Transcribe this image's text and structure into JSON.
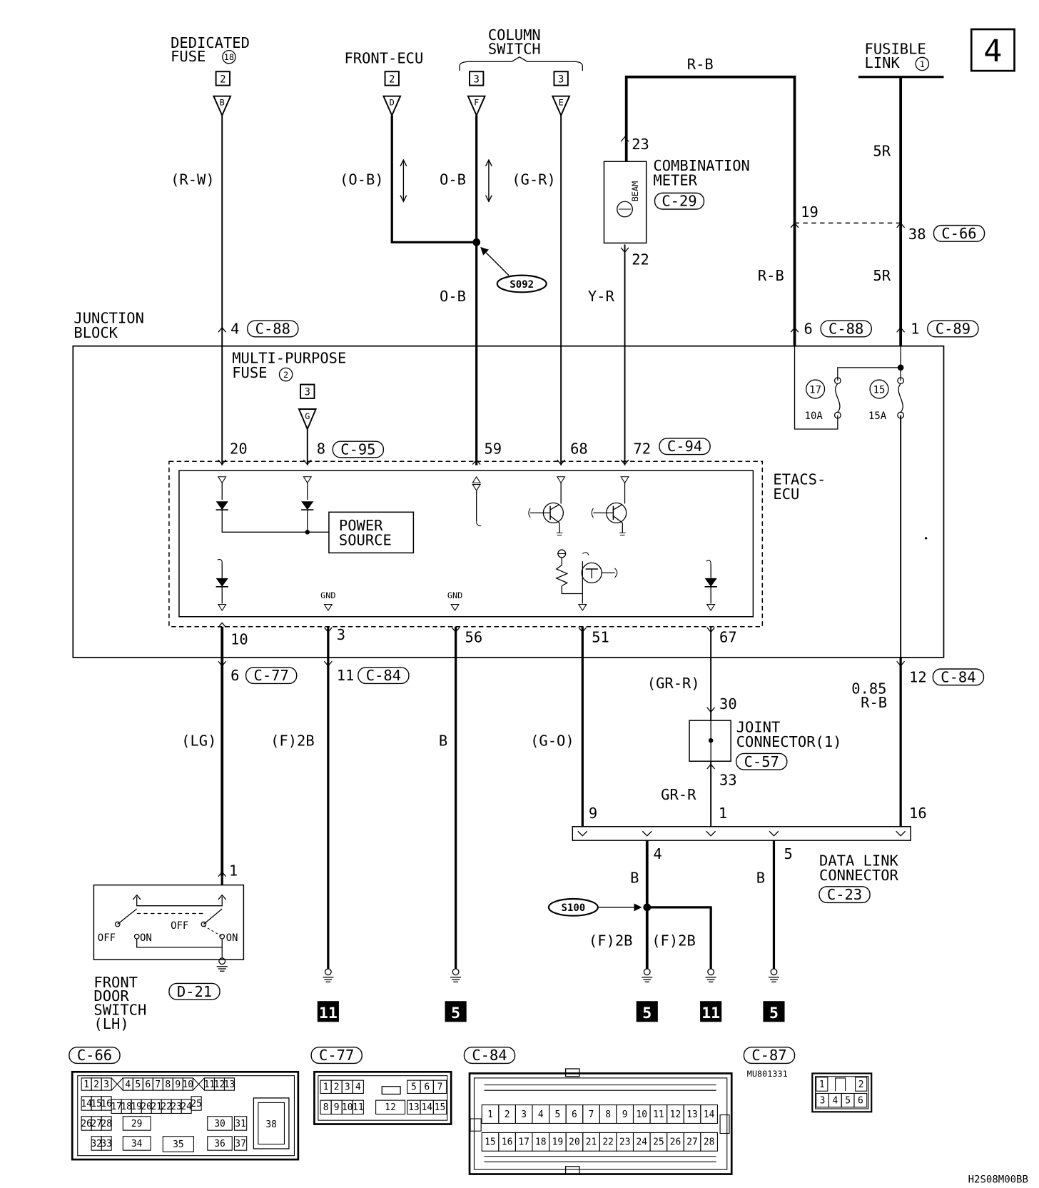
{
  "page_number": "4",
  "diagram_code": "H2S08M00BB",
  "part_number": "MU801331",
  "sources": {
    "dedicated_fuse": {
      "line1": "DEDICATED",
      "line2": "FUSE",
      "num": "18",
      "page": "2",
      "terminal": "B"
    },
    "front_ecu": {
      "label": "FRONT-ECU",
      "page": "2",
      "terminal": "D"
    },
    "column_switch": {
      "line1": "COLUMN",
      "line2": "SWITCH",
      "page_f": "3",
      "page_e": "3",
      "terminal_f": "F",
      "terminal_e": "E"
    },
    "fusible_link": {
      "line1": "FUSIBLE",
      "line2": "LINK",
      "num": "1"
    }
  },
  "wires": {
    "rw": "(R-W)",
    "ob_paren": "(O-B)",
    "ob_a": "O-B",
    "ob_b": "O-B",
    "gr": "(G-R)",
    "rb_top": "R-B",
    "yr": "Y-R",
    "rb_mid": "R-B",
    "fiveR_a": "5R",
    "fiveR_b": "5R",
    "lg": "(LG)",
    "f2b_a": "(F)2B",
    "b_a": "B",
    "go": "(G-O)",
    "grr_paren": "(GR-R)",
    "grr": "GR-R",
    "r085": "0.85",
    "rb_low": "R-B",
    "b_b": "B",
    "b_c": "B",
    "f2b_b": "(F)2B",
    "f2b_c": "(F)2B"
  },
  "splices": {
    "s092": "S092",
    "s100": "S100"
  },
  "combination_meter": {
    "line1": "COMBINATION",
    "line2": "METER",
    "connector": "C-29",
    "pin_in": "23",
    "pin_out": "22",
    "beam": "BEAM",
    "pin_19": "19"
  },
  "junction_block": {
    "line1": "JUNCTION",
    "line2": "BLOCK",
    "mp_fuse_line1": "MULTI-PURPOSE",
    "mp_fuse_line2": "FUSE",
    "mp_fuse_num": "2",
    "fuse17_num": "17",
    "fuse17_rating": "10A",
    "fuse15_num": "15",
    "fuse15_rating": "15A",
    "g_page": "3",
    "g_terminal": "G"
  },
  "etacs": {
    "line1": "ETACS-",
    "line2": "ECU",
    "power_line1": "POWER",
    "power_line2": "SOURCE",
    "gnd_a": "GND",
    "gnd_b": "GND"
  },
  "pins": {
    "p4": "4",
    "p6": "6",
    "p1": "1",
    "p38": "38",
    "p20": "20",
    "p8": "8",
    "p59": "59",
    "p68": "68",
    "p72": "72",
    "p10": "10",
    "p3": "3",
    "p56": "56",
    "p51": "51",
    "p67": "67",
    "p6b": "6",
    "p11": "11",
    "p12": "12",
    "p30": "30",
    "p33": "33",
    "p9": "9",
    "p1b": "1",
    "p16": "16",
    "p4b": "4",
    "p5": "5",
    "p1c": "1"
  },
  "connectors": {
    "c88a": "C-88",
    "c88b": "C-88",
    "c89": "C-89",
    "c66": "C-66",
    "c95": "C-95",
    "c94": "C-94",
    "c77": "C-77",
    "c84a": "C-84",
    "c84b": "C-84",
    "c57": "C-57",
    "c23": "C-23",
    "d21": "D-21"
  },
  "joint_connector": {
    "line1": "JOINT",
    "line2": "CONNECTOR(1)"
  },
  "data_link": {
    "line1": "DATA LINK",
    "line2": "CONNECTOR"
  },
  "door_switch": {
    "line1": "FRONT",
    "line2": "DOOR",
    "line3": "SWITCH",
    "line4": "(LH)",
    "off_a": "OFF",
    "on_a": "ON",
    "off_b": "OFF",
    "on_b": "ON"
  },
  "grounds": {
    "g11a": "11",
    "g5a": "5",
    "g5b": "5",
    "g11b": "11",
    "g5c": "5"
  },
  "face_views": {
    "c66": {
      "label": "C-66",
      "row1": [
        "1",
        "2",
        "3",
        "4",
        "5",
        "6",
        "7",
        "8",
        "9",
        "10",
        "11",
        "12",
        "13"
      ],
      "row2": [
        "14",
        "15",
        "16",
        "17",
        "18",
        "19",
        "20",
        "21",
        "22",
        "23",
        "24",
        "25"
      ],
      "row3": [
        "26",
        "27",
        "28",
        "29",
        "30",
        "31"
      ],
      "row4": [
        "32",
        "33",
        "34",
        "35",
        "36",
        "37"
      ],
      "big": "38"
    },
    "c77": {
      "label": "C-77",
      "row1": [
        "1",
        "2",
        "3",
        "4",
        "5",
        "6",
        "7"
      ],
      "row2": [
        "8",
        "9",
        "10",
        "11",
        "12",
        "13",
        "14",
        "15"
      ]
    },
    "c84": {
      "label": "C-84",
      "row1": [
        "1",
        "2",
        "3",
        "4",
        "5",
        "6",
        "7",
        "8",
        "9",
        "10",
        "11",
        "12",
        "13",
        "14"
      ],
      "row2": [
        "15",
        "16",
        "17",
        "18",
        "19",
        "20",
        "21",
        "22",
        "23",
        "24",
        "25",
        "26",
        "27",
        "28"
      ]
    },
    "c87": {
      "label": "C-87",
      "row1": [
        "1",
        "2"
      ],
      "row2": [
        "3",
        "4",
        "5",
        "6"
      ]
    }
  }
}
